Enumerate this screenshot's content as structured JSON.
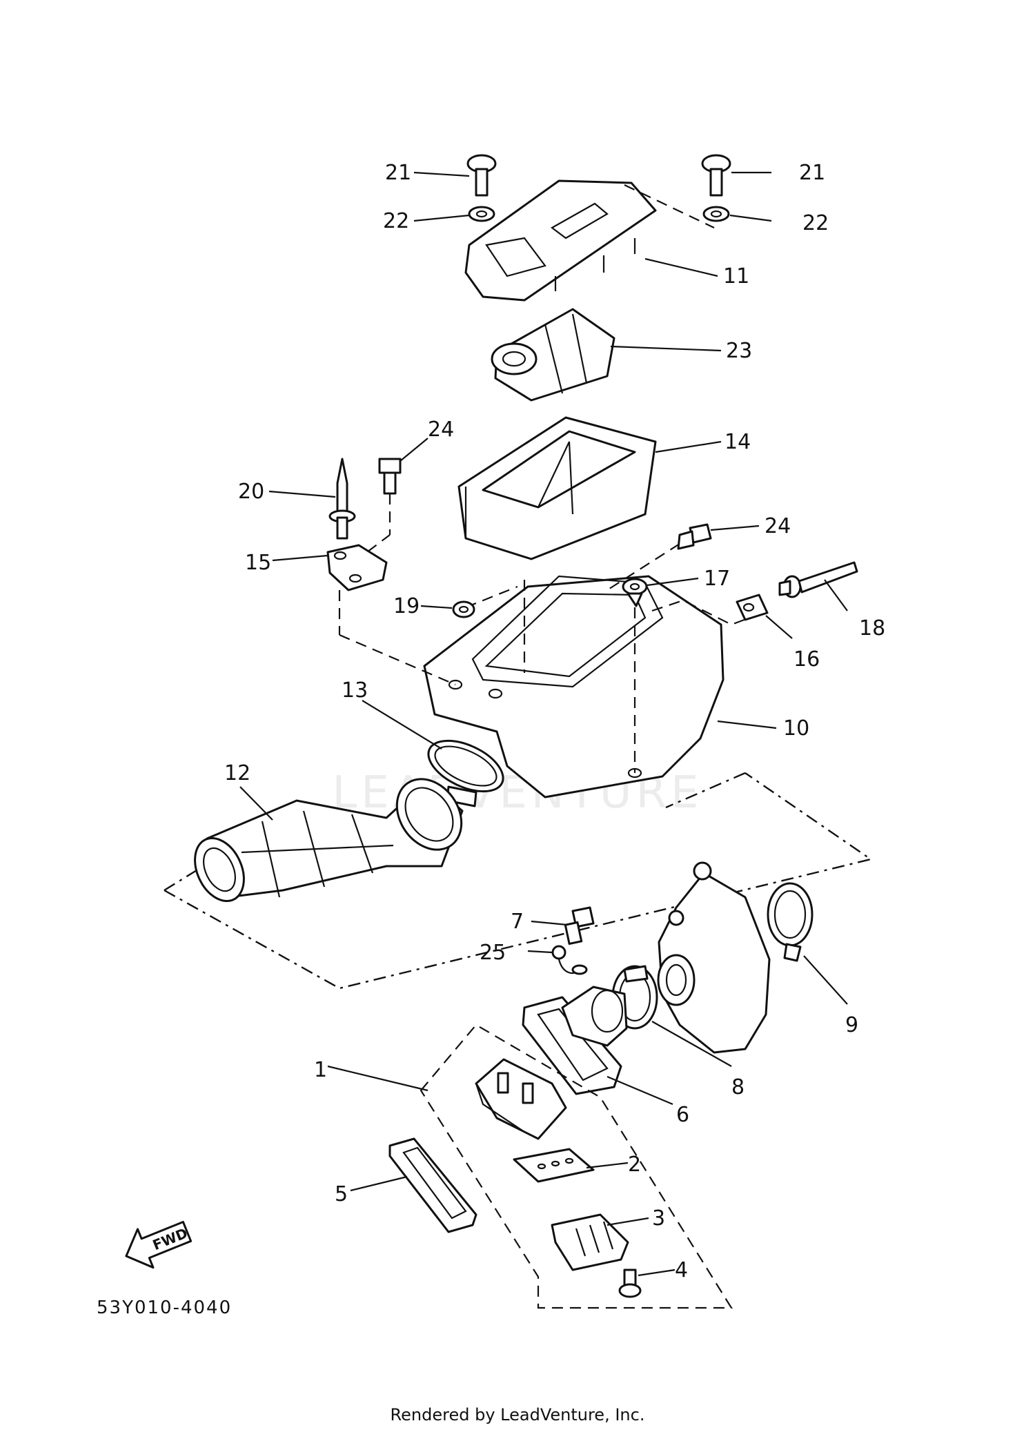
{
  "diagram": {
    "diagram_code": "53Y010-4040",
    "footer_text": "Rendered by LeadVenture, Inc.",
    "watermark_text": "LEADVENTURE",
    "fwd_label": "FWD",
    "callouts": [
      {
        "id": "c21a",
        "label": "21"
      },
      {
        "id": "c21b",
        "label": "21"
      },
      {
        "id": "c22a",
        "label": "22"
      },
      {
        "id": "c22b",
        "label": "22"
      },
      {
        "id": "c11",
        "label": "11"
      },
      {
        "id": "c23",
        "label": "23"
      },
      {
        "id": "c24a",
        "label": "24"
      },
      {
        "id": "c14",
        "label": "14"
      },
      {
        "id": "c20",
        "label": "20"
      },
      {
        "id": "c24b",
        "label": "24"
      },
      {
        "id": "c15",
        "label": "15"
      },
      {
        "id": "c17",
        "label": "17"
      },
      {
        "id": "c19",
        "label": "19"
      },
      {
        "id": "c18",
        "label": "18"
      },
      {
        "id": "c16",
        "label": "16"
      },
      {
        "id": "c13",
        "label": "13"
      },
      {
        "id": "c10",
        "label": "10"
      },
      {
        "id": "c12",
        "label": "12"
      },
      {
        "id": "c7",
        "label": "7"
      },
      {
        "id": "c25",
        "label": "25"
      },
      {
        "id": "c9",
        "label": "9"
      },
      {
        "id": "c8",
        "label": "8"
      },
      {
        "id": "c1",
        "label": "1"
      },
      {
        "id": "c6",
        "label": "6"
      },
      {
        "id": "c2",
        "label": "2"
      },
      {
        "id": "c5",
        "label": "5"
      },
      {
        "id": "c3",
        "label": "3"
      },
      {
        "id": "c4",
        "label": "4"
      }
    ]
  }
}
